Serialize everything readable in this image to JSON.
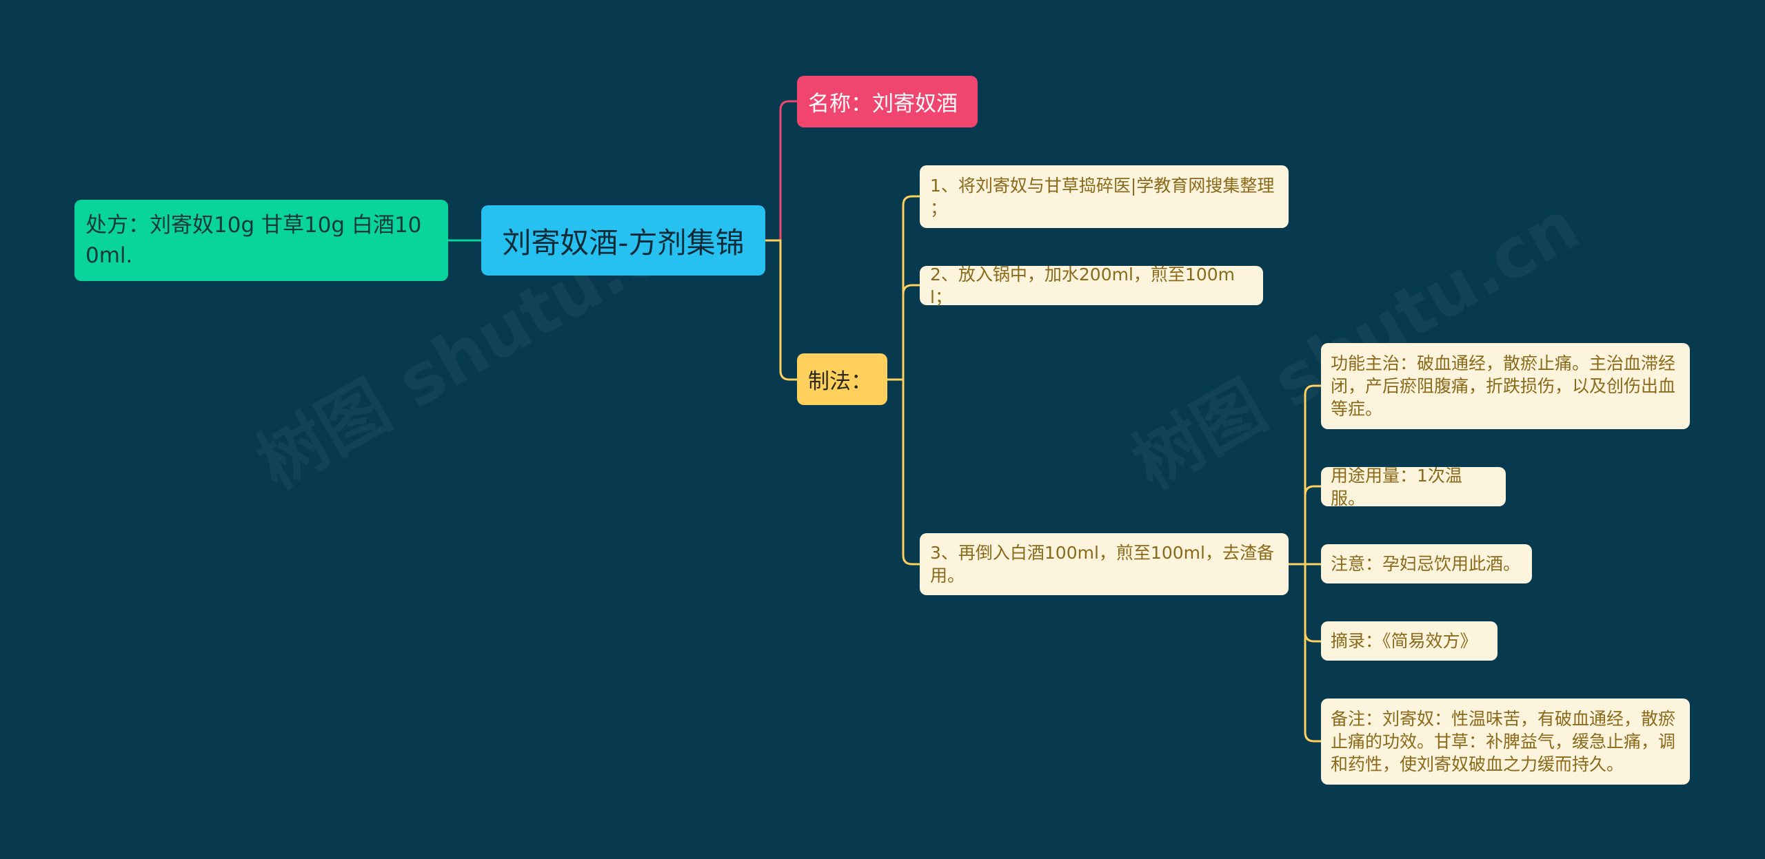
{
  "root": {
    "label": "刘寄奴酒-方剂集锦"
  },
  "left": {
    "label": "处方：刘寄奴10g 甘草10g 白酒10\n0ml."
  },
  "name_node": {
    "label": "名称：刘寄奴酒"
  },
  "method_node": {
    "label": "制法："
  },
  "steps": [
    {
      "label": "1、将刘寄奴与甘草捣碎医|学教育网搜集整理\n；"
    },
    {
      "label": "2、放入锅中，加水200ml，煎至100ml；"
    },
    {
      "label": "3、再倒入白酒100ml，煎至100ml，去渣备\n用。"
    }
  ],
  "details": [
    {
      "label": "功能主治：破血通经，散瘀止痛。主治血滞经\n闭，产后瘀阻腹痛，折跌损伤，以及创伤出血\n等症。"
    },
    {
      "label": "用途用量：1次温服。"
    },
    {
      "label": "注意：孕妇忌饮用此酒。"
    },
    {
      "label": "摘录：《简易效方》"
    },
    {
      "label": "备注：刘寄奴：性温味苦，有破血通经，散瘀\n止痛的功效。甘草：补脾益气，缓急止痛，调\n和药性，使刘寄奴破血之力缓而持久。"
    }
  ],
  "watermarks": [
    "树图 shutu.cn",
    "树图 shutu.cn"
  ],
  "colors": {
    "background": "#083a4f",
    "root": "#26c0f1",
    "left": "#08d49c",
    "name": "#f0456e",
    "method": "#ffd05b",
    "leaf": "#fdf4dd"
  }
}
